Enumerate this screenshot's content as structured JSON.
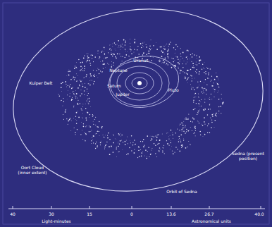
{
  "diagram": {
    "labels": [
      "Uranus",
      "Neptune",
      "Saturn",
      "Jupiter",
      "Pluto",
      "Kuiper Belt",
      "Oort Cloud (inner extent)",
      "Sedna (present position)",
      "Orbit of Sedna",
      "40",
      "30",
      "15",
      "0",
      "13.6",
      "26.7",
      "40.0",
      "Light-minutes",
      "Astronomical units"
    ]
  }
}
